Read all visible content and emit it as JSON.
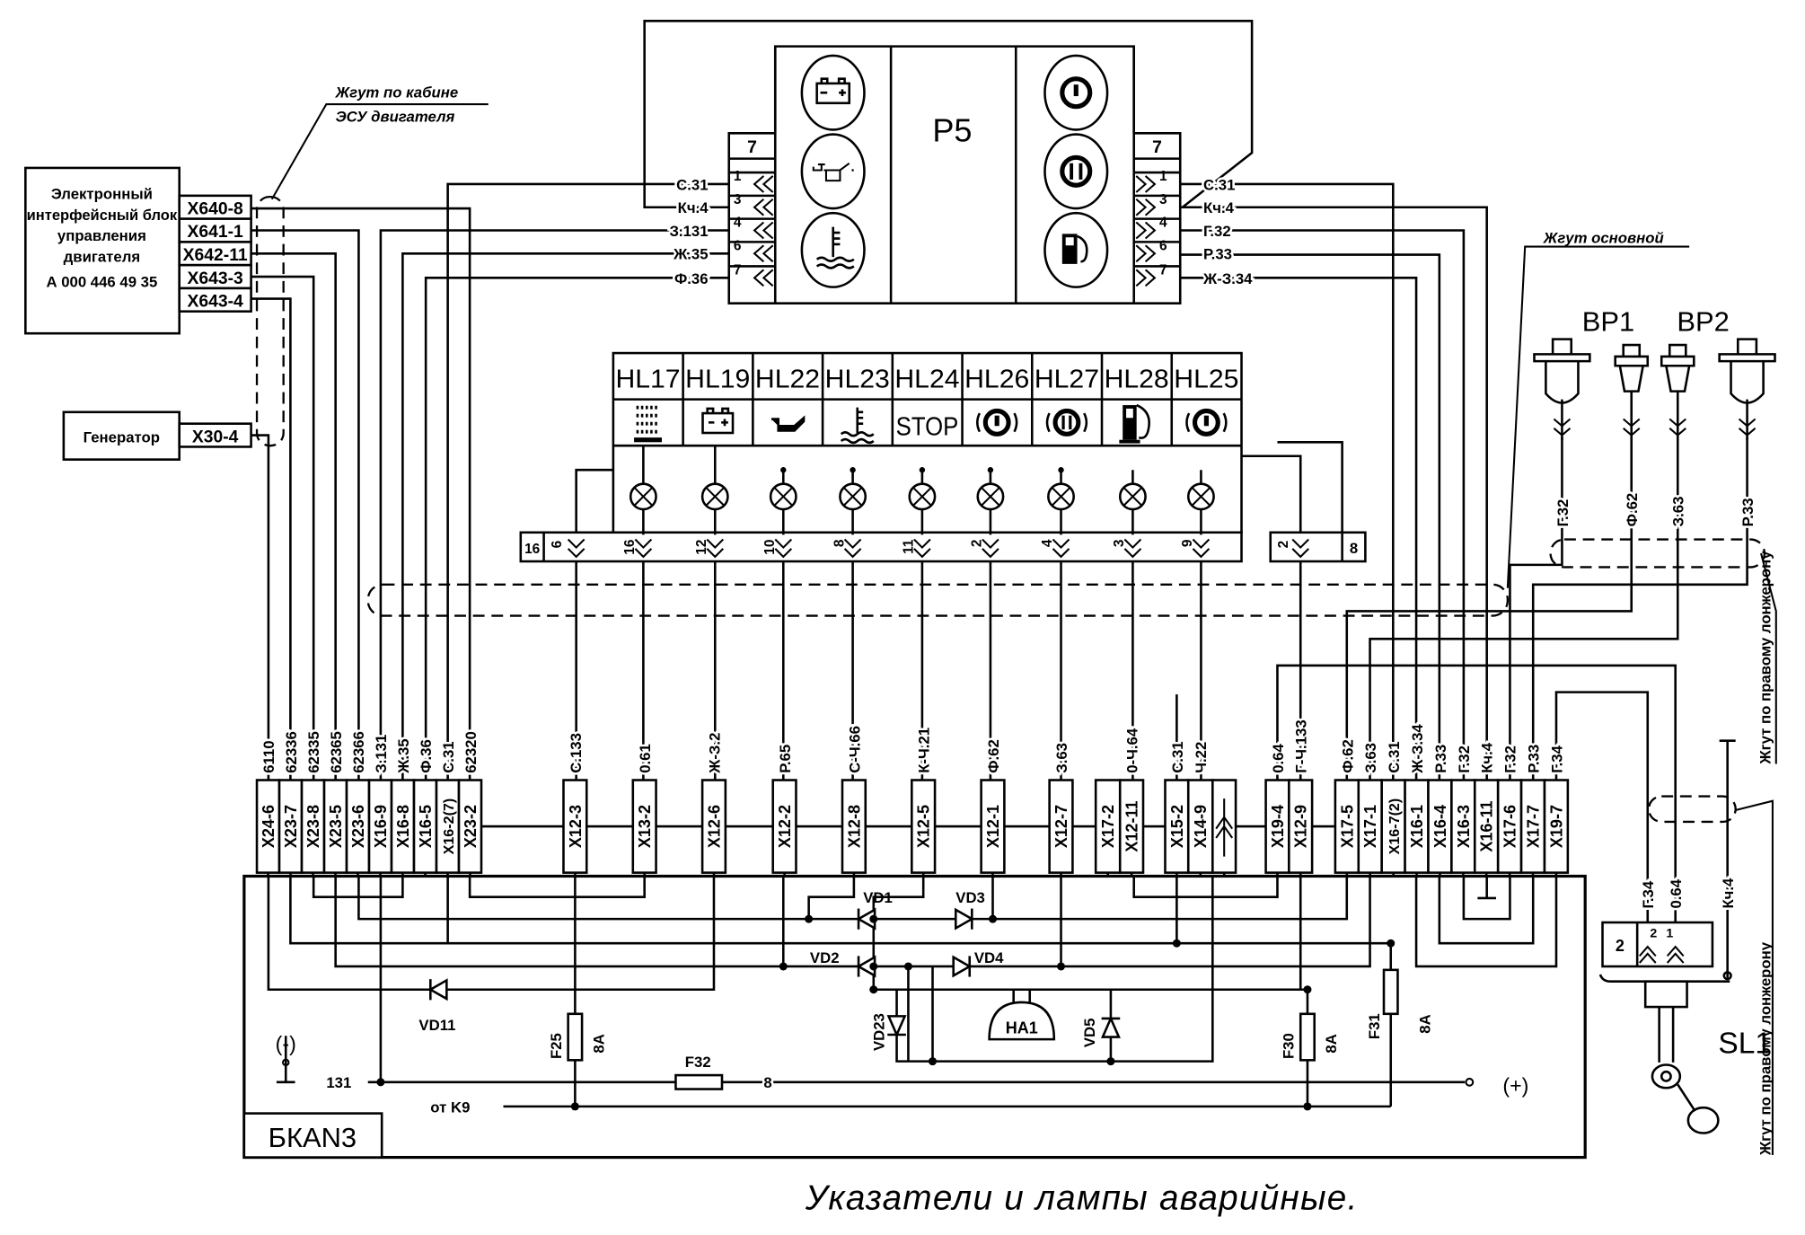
{
  "title": "Указатели и лампы аварийные.",
  "ecu": {
    "lines": [
      "Электронный",
      "интерфейсный блок",
      "управления",
      "двигателя",
      "А 000 446 49 35"
    ],
    "pins": [
      "X640-8",
      "X641-1",
      "X642-11",
      "X643-3",
      "X643-4"
    ]
  },
  "generator": {
    "label": "Генератор",
    "pin": "X30-4"
  },
  "harness_labels": {
    "cab_line1": "Жгут по кабине",
    "cab_line2": "ЭСУ двигателя",
    "main": "Жгут основной",
    "right_spar_upper": "Жгут по правому лонжерону",
    "right_spar_lower": "Жгут по правому лонжерону"
  },
  "p5": {
    "label": "P5",
    "left": {
      "header": "7",
      "pins": [
        "1",
        "3",
        "4",
        "6",
        "7"
      ],
      "wires": [
        "С.31",
        "Кч.4",
        "З.131",
        "Ж.35",
        "Ф.36"
      ]
    },
    "right": {
      "header": "7",
      "pins": [
        "1",
        "3",
        "4",
        "6",
        "7"
      ],
      "wires": [
        "С.31",
        "Кч.4",
        "Г.32",
        "Р.33",
        "Ж-З.34"
      ]
    },
    "icons_left": [
      "battery-icon",
      "oil-can-icon",
      "coolant-temperature-icon"
    ],
    "icons_right": [
      "brake-warning-icon",
      "parking-brake-icon",
      "fuel-icon"
    ]
  },
  "lamp_panel": {
    "lamps": [
      {
        "id": "HL17",
        "icon": "air-filter-icon",
        "pin": "16"
      },
      {
        "id": "HL19",
        "icon": "battery-icon",
        "pin": "12"
      },
      {
        "id": "HL22",
        "icon": "oil-can-icon",
        "pin": "10"
      },
      {
        "id": "HL23",
        "icon": "coolant-temperature-icon",
        "pin": "8"
      },
      {
        "id": "HL24",
        "icon": "STOP",
        "pin": "11"
      },
      {
        "id": "HL26",
        "icon": "brake-warning-icon",
        "pin": "2"
      },
      {
        "id": "HL27",
        "icon": "parking-brake-icon",
        "pin": "4"
      },
      {
        "id": "HL28",
        "icon": "fuel-icon",
        "pin": "3"
      },
      {
        "id": "HL25",
        "icon": "brake-warning-icon",
        "pin": "9"
      }
    ],
    "strip_first": "16",
    "strip_common_pin": "6",
    "aux_pins": [
      "2",
      "8"
    ]
  },
  "bottom_connectors": [
    {
      "pin": "X24-6",
      "wire": "6110"
    },
    {
      "pin": "X23-7",
      "wire": "62336"
    },
    {
      "pin": "X23-8",
      "wire": "62335"
    },
    {
      "pin": "X23-5",
      "wire": "62365"
    },
    {
      "pin": "X23-6",
      "wire": "62366"
    },
    {
      "pin": "X16-9",
      "wire": "З.131"
    },
    {
      "pin": "X16-8",
      "wire": "Ж.35"
    },
    {
      "pin": "X16-5",
      "wire": "Ф.36"
    },
    {
      "pin": "X16-2(7)",
      "wire": "С.31"
    },
    {
      "pin": "X23-2",
      "wire": "62320"
    },
    {
      "pin": "X12-3",
      "wire": "С.133"
    },
    {
      "pin": "X13-2",
      "wire": "0.61"
    },
    {
      "pin": "X12-6",
      "wire": "Ж-З.2"
    },
    {
      "pin": "X12-2",
      "wire": "Р.65"
    },
    {
      "pin": "X12-8",
      "wire": "С-Ч.66"
    },
    {
      "pin": "X12-5",
      "wire": "К-Ч.21"
    },
    {
      "pin": "X12-1",
      "wire": "Ф.62"
    },
    {
      "pin": "X12-7",
      "wire": "З.63"
    },
    {
      "pin": "X17-2",
      "wire": ""
    },
    {
      "pin": "X12-11",
      "wire": "0-Ч.64"
    },
    {
      "pin": "X15-2",
      "wire": "С.31"
    },
    {
      "pin": "X14-9",
      "wire": "Ч.22"
    },
    {
      "pin": "",
      "wire": ""
    },
    {
      "pin": "X19-4",
      "wire": "0.64"
    },
    {
      "pin": "X12-9",
      "wire": "Г-Ч.133"
    },
    {
      "pin": "X17-5",
      "wire": "Ф.62"
    },
    {
      "pin": "X17-1",
      "wire": "З.63"
    },
    {
      "pin": "X16-7(2)",
      "wire": "С.31"
    },
    {
      "pin": "X16-1",
      "wire": "Ж-З.34"
    },
    {
      "pin": "X16-4",
      "wire": "Р.33"
    },
    {
      "pin": "X16-3",
      "wire": "Г.32"
    },
    {
      "pin": "X16-11",
      "wire": "Кч.4"
    },
    {
      "pin": "X17-6",
      "wire": "Г.32"
    },
    {
      "pin": "X17-7",
      "wire": "Р.33"
    },
    {
      "pin": "X19-7",
      "wire": "Г.34"
    }
  ],
  "block": {
    "label": "БКАN3",
    "ground": "(-)",
    "plus": "(+)",
    "wire_131": "131",
    "wire_8": "8",
    "from_k9": "от K9",
    "diodes": [
      "VD1",
      "VD2",
      "VD3",
      "VD4",
      "VD5",
      "VD11",
      "VD23"
    ],
    "buzzer": "HA1",
    "fuses": [
      {
        "id": "F25",
        "rating": "8A"
      },
      {
        "id": "F30",
        "rating": "8A"
      },
      {
        "id": "F31",
        "rating": "8A"
      },
      {
        "id": "F32",
        "rating": ""
      }
    ]
  },
  "sensors": {
    "bp1": "BP1",
    "bp2": "BP2",
    "wires": [
      "Г.32",
      "Ф.62",
      "З.63",
      "Р.33"
    ]
  },
  "sl1": {
    "label": "SL1",
    "box_pin": "2",
    "pins": [
      "2",
      "1"
    ],
    "wires": [
      "Г.34",
      "0.64",
      "Кч.4"
    ]
  }
}
